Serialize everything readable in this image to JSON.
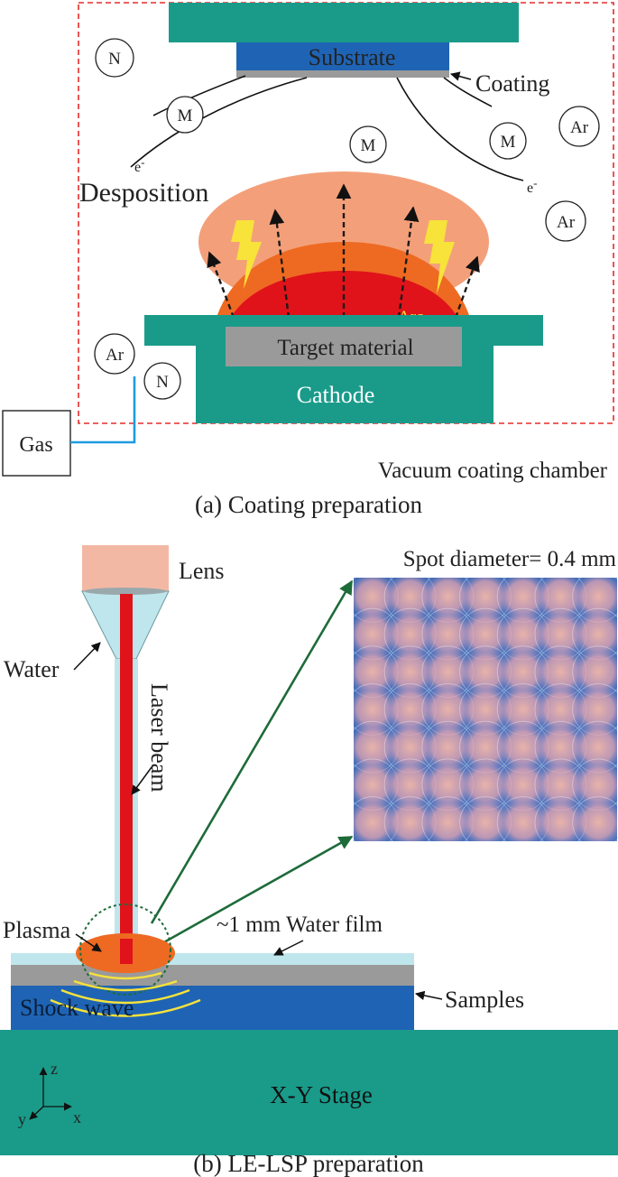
{
  "panel_a": {
    "substrate": "Substrate",
    "coating": "Coating",
    "deposition": "Desposition",
    "electron": "e",
    "electron_sup": "-",
    "arc": "Arc",
    "target": "Target material",
    "cathode": "Cathode",
    "gas": "Gas",
    "chamber": "Vacuum coating chamber",
    "caption": "(a) Coating preparation",
    "ion_n": "N",
    "ion_m": "M",
    "ion_ar": "Ar"
  },
  "panel_b": {
    "spot": "Spot diameter= 0.4 mm",
    "lens": "Lens",
    "water": "Water",
    "laser": "Laser beam",
    "plasma": "Plasma",
    "water_film": "~1 mm Water film",
    "shock": "Shock wave",
    "samples": "Samples",
    "stage": "X-Y Stage",
    "axis_z": "z",
    "axis_y": "y",
    "axis_x": "x",
    "caption": "(b) LE-LSP preparation"
  },
  "colors": {
    "teal": "#1a9b8a",
    "blue": "#1f64b4",
    "gray": "#9a9a9a",
    "red": "#e0131a",
    "orange_dark": "#ee6a22",
    "orange_light": "#f3a07a",
    "yellow": "#f7e33a",
    "cyan": "#bfe6ec",
    "laser": "#e0131a",
    "green": "#1e6b3a",
    "chamber_border": "#e52b2b"
  }
}
